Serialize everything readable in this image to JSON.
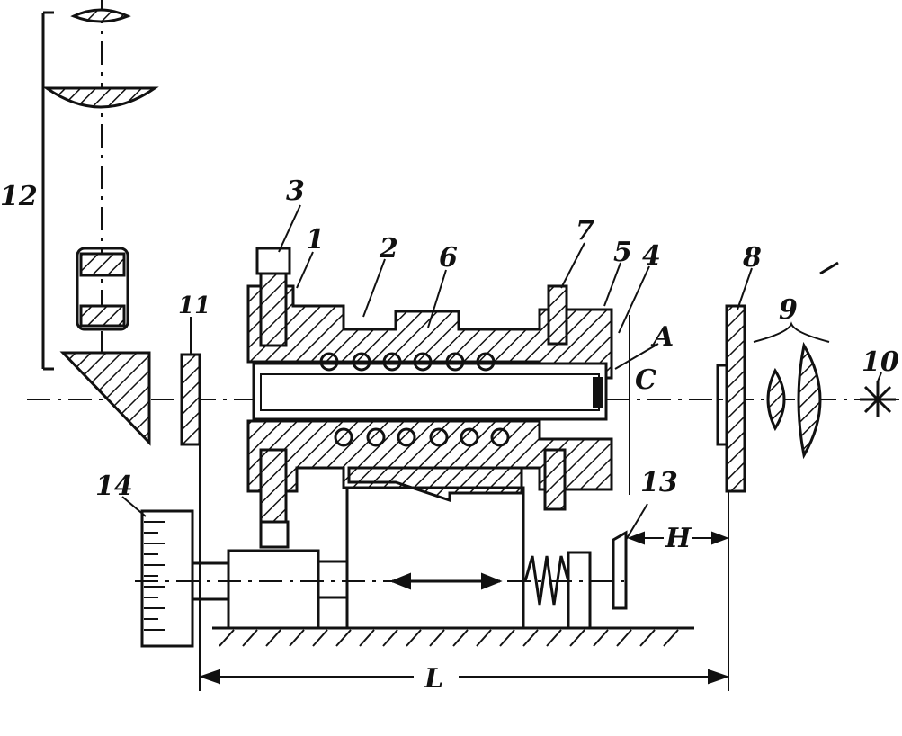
{
  "labels": {
    "l1": "1",
    "l2": "2",
    "l3": "3",
    "l4": "4",
    "l5": "5",
    "l6": "6",
    "l7": "7",
    "l8": "8",
    "l9": "9",
    "l10": "10",
    "l11": "11",
    "l12": "12",
    "l13": "13",
    "l14": "14",
    "lA": "A",
    "lC": "C",
    "lH": "H",
    "lL": "L"
  }
}
